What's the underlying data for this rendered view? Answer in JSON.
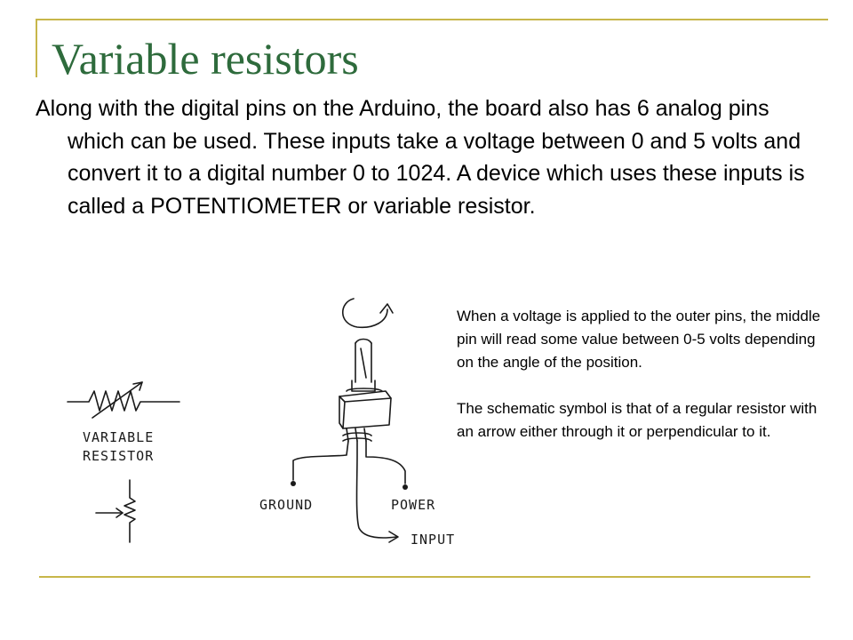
{
  "slide": {
    "title": "Variable resistors",
    "body": "Along with the digital pins on the Arduino, the board also has 6 analog pins which can be used. These inputs take a voltage between 0 and 5 volts and convert it to a digital number 0 to 1024. A device which uses these inputs is called a POTENTIOMETER or variable resistor.",
    "note_paragraphs": [
      "When a voltage is applied to the outer pins, the middle pin will read some value between 0-5 volts depending on the angle of the position.",
      "The schematic symbol is that of a regular resistor with an arrow either through it or perpendicular to it."
    ]
  },
  "sketch": {
    "symbol_caption_line1": "VARIABLE",
    "symbol_caption_line2": "RESISTOR",
    "pin_ground": "GROUND",
    "pin_power": "POWER",
    "pin_input": "INPUT"
  },
  "colors": {
    "frame": "#c7b64a",
    "title": "#2e6b3c"
  }
}
